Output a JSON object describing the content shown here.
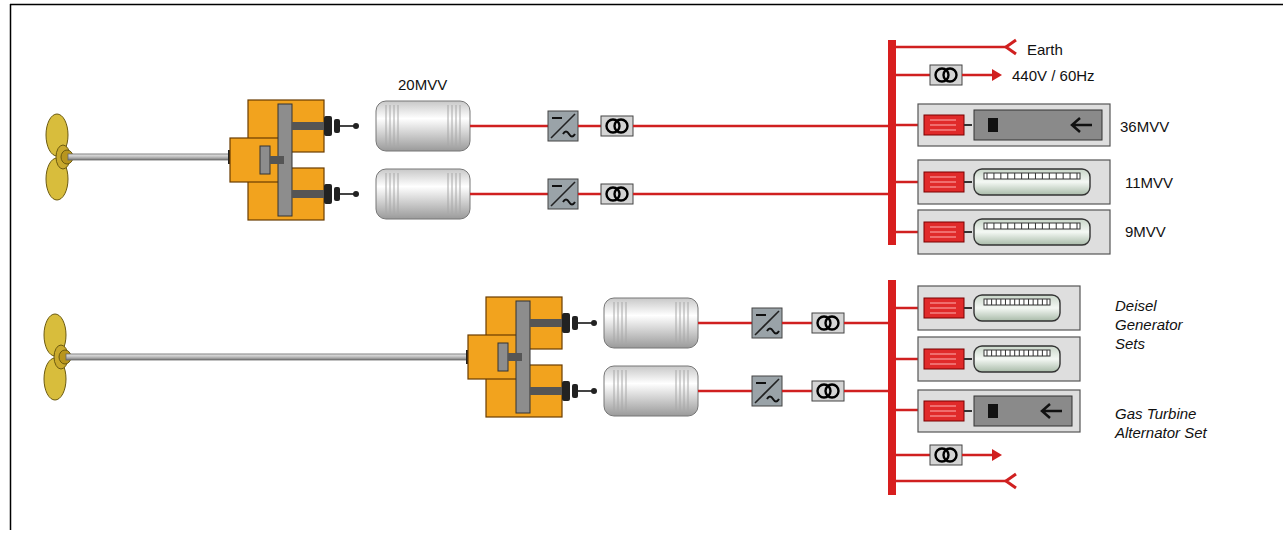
{
  "diagram": {
    "labels": [
      "20MVV",
      "Earth",
      "440V / 60Hz",
      "36MVV",
      "11MVV",
      "9MVV",
      "Deisel Generator Sets",
      "Gas Turbine Alternator Set"
    ]
  }
}
